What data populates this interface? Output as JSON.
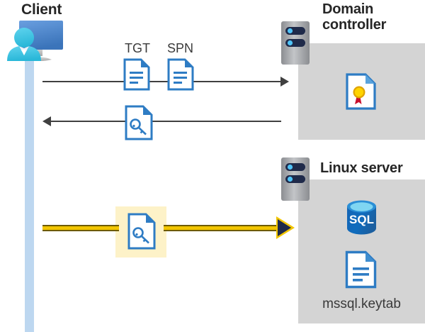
{
  "diagram": {
    "type": "kerberos-authentication-flow",
    "background": "#ffffff",
    "colors": {
      "panel_gray": "#d4d4d4",
      "lifeline_blue": "#bdd7f0",
      "highlight_yellow": "#fdf2c8",
      "gold_arrow": "#f2c500",
      "gold_arrow_outline": "#6d5a00",
      "arrow_dark": "#404040",
      "icon_blue": "#2e7cc4",
      "sql_blue": "#0f6cbd",
      "cert_gold": "#ffd400",
      "cert_red": "#c8102e",
      "title_text": "#262626"
    }
  },
  "client": {
    "title": "Client",
    "icon": "user-with-monitor-icon",
    "lifeline_name": "client-lifeline"
  },
  "domain_controller": {
    "title": "Domain\ncontroller",
    "server_icon": "server-rack-icon",
    "contents": [
      {
        "icon": "certificate-document-icon",
        "label": ""
      }
    ]
  },
  "linux_server": {
    "title": "Linux server",
    "server_icon": "server-rack-icon",
    "contents": [
      {
        "icon": "sql-database-icon",
        "label": "SQL"
      },
      {
        "icon": "document-icon",
        "label": "mssql.keytab"
      }
    ]
  },
  "flows": [
    {
      "name": "request-ticket",
      "direction": "right",
      "style": "thin-black",
      "from": "client",
      "to": "domain-controller",
      "artifacts": [
        {
          "label": "TGT",
          "icon": "document-icon"
        },
        {
          "label": "SPN",
          "icon": "document-icon"
        }
      ]
    },
    {
      "name": "issue-service-ticket",
      "direction": "left",
      "style": "thin-black",
      "from": "domain-controller",
      "to": "client",
      "artifacts": [
        {
          "label": "",
          "icon": "key-document-icon"
        }
      ]
    },
    {
      "name": "present-service-ticket",
      "direction": "right",
      "style": "thick-gold",
      "from": "client",
      "to": "linux-server",
      "highlighted": true,
      "artifacts": [
        {
          "label": "",
          "icon": "key-document-icon"
        }
      ]
    }
  ],
  "labels": {
    "tgt": "TGT",
    "spn": "SPN",
    "keytab_file": "mssql.keytab",
    "sql_text": "SQL"
  }
}
